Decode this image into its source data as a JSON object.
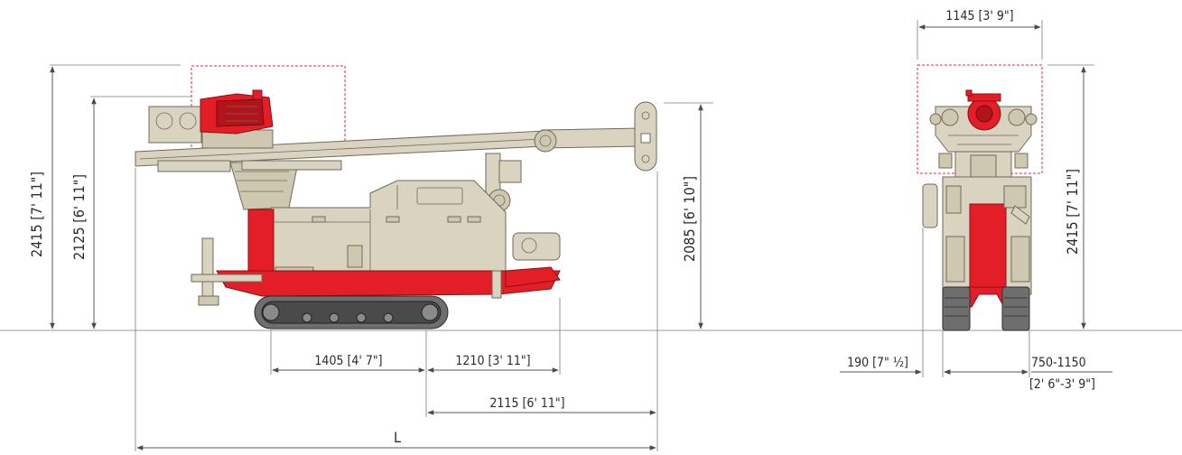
{
  "colors": {
    "machine_body": "#d9d3bf",
    "machine_accent": "#e41e26",
    "tracks": "#6e6e6e",
    "dimension_lines": "#5a5a5a",
    "envelope_dashes": "#e0322d"
  },
  "side_view": {
    "overall_height": "2415 [7' 11\"]",
    "mast_height": "2125 [6' 11\"]",
    "mast_tip_height": "2085 [6' 10\"]",
    "track_length_front": "1405 [4' 7\"]",
    "track_length_rear": "1210 [3' 11\"]",
    "rear_overhang": "2115 [6' 11\"]",
    "overall_length": "L"
  },
  "front_view": {
    "head_width": "1145 [3' 9\"]",
    "overall_height": "2415 [7' 11\"]",
    "outrigger_offset": "190 [7\" ½]",
    "track_gauge_line1": "750-1150",
    "track_gauge_line2": "[2' 6\"-3' 9\"]"
  }
}
